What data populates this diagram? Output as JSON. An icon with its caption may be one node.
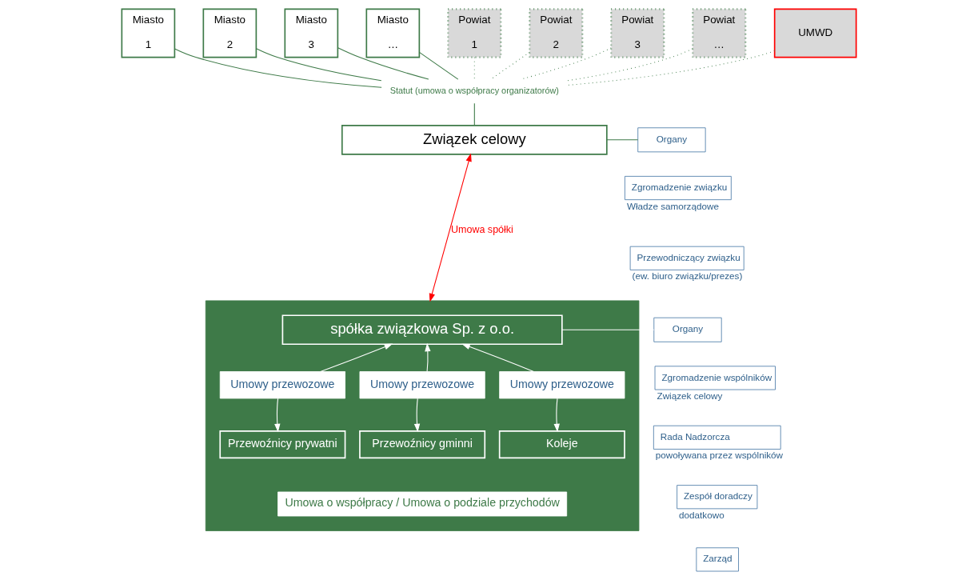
{
  "diagram": {
    "nodes": [
      {
        "text": [
          "Miasto",
          "1"
        ]
      },
      {
        "text": [
          "Miasto",
          "2"
        ]
      },
      {
        "text": [
          "Miasto",
          "3"
        ]
      },
      {
        "text": [
          "Miasto",
          "…"
        ]
      },
      {
        "text": [
          "Powiat",
          "1"
        ]
      },
      {
        "text": [
          "Powiat",
          "2"
        ]
      },
      {
        "text": [
          "Powiat",
          "3"
        ]
      },
      {
        "text": [
          "Powiat",
          "…"
        ]
      },
      {
        "text": [
          "UMWD"
        ]
      },
      {
        "text": [
          "Statut (umowa o współpracy organizatorów)"
        ]
      },
      {
        "text": [
          "Związek celowy"
        ]
      },
      {
        "text": [
          "Organy"
        ]
      },
      {
        "text": [
          "Zgromadzenie związku"
        ],
        "beside": [
          "Władze samorządowe"
        ]
      },
      {
        "text": [
          "Przewodniczący związku"
        ],
        "beside": [
          "(ew. biuro związku/prezes)"
        ]
      },
      {
        "text": [],
        "shape": "box"
      },
      {
        "text": [
          "spółka związkowa Sp. z o.o."
        ],
        "in": 14
      },
      {
        "text": [
          "Umowy przewozowe"
        ],
        "in": 14
      },
      {
        "text": [
          "Umowy przewozowe"
        ],
        "in": 14
      },
      {
        "text": [
          "Umowy przewozowe"
        ],
        "in": 14
      },
      {
        "text": [
          "Przewoźnicy prywatni"
        ],
        "in": 14
      },
      {
        "text": [
          "Przewoźnicy gminni"
        ],
        "in": 14
      },
      {
        "text": [
          "Koleje"
        ],
        "in": 14
      },
      {
        "text": [
          "Umowa o współpracy / Umowa o podziale przychodów"
        ],
        "in": 14
      },
      {
        "text": [
          "Organy"
        ]
      },
      {
        "text": [
          "Zgromadzenie wspólników"
        ],
        "beside": [
          "Związek celowy"
        ]
      },
      {
        "text": [
          "Rada Nadzorcza"
        ],
        "beside": [
          "powoływana przez wspólników"
        ]
      },
      {
        "text": [
          "Zespół doradczy"
        ],
        "beside": [
          "dodatkowo"
        ]
      },
      {
        "text": [
          "Zarząd"
        ]
      }
    ],
    "edges": [
      {
        "from": 0,
        "to": 9,
        "arrow": "none"
      },
      {
        "from": 1,
        "to": 9,
        "arrow": "none"
      },
      {
        "from": 2,
        "to": 9,
        "arrow": "none"
      },
      {
        "from": 3,
        "to": 9,
        "arrow": "none"
      },
      {
        "from": 4,
        "to": 9,
        "arrow": "none",
        "style": "dashed"
      },
      {
        "from": 5,
        "to": 9,
        "arrow": "none",
        "style": "dashed"
      },
      {
        "from": 6,
        "to": 9,
        "arrow": "none",
        "style": "dashed"
      },
      {
        "from": 7,
        "to": 9,
        "arrow": "none",
        "style": "dashed"
      },
      {
        "from": 8,
        "to": 9,
        "arrow": "none",
        "style": "dashed"
      },
      {
        "from": 9,
        "to": 10,
        "arrow": "none"
      },
      {
        "from": 10,
        "to": 11,
        "arrow": "none"
      },
      {
        "from": 10,
        "to": 14,
        "arrow": "both",
        "label": "Umowa spółki",
        "color": "#ff0000"
      },
      {
        "from": 16,
        "to": 15,
        "arrow": "to",
        "color": "#ffffff"
      },
      {
        "from": 17,
        "to": 15,
        "arrow": "to",
        "color": "#ffffff"
      },
      {
        "from": 18,
        "to": 15,
        "arrow": "to",
        "color": "#ffffff"
      },
      {
        "from": 16,
        "to": 19,
        "arrow": "to",
        "color": "#ffffff"
      },
      {
        "from": 17,
        "to": 20,
        "arrow": "to",
        "color": "#ffffff"
      },
      {
        "from": 18,
        "to": 21,
        "arrow": "to",
        "color": "#ffffff"
      },
      {
        "from": 15,
        "to": 23,
        "arrow": "none",
        "color": "#ffffff"
      }
    ]
  }
}
